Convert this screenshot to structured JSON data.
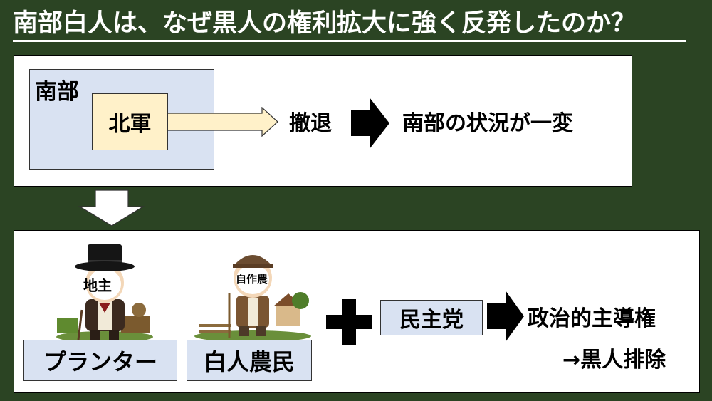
{
  "title": "南部白人は、なぜ黒人の権利拡大に強く反発したのか？",
  "top_panel": {
    "south_label": "南部",
    "north_army_label": "北軍",
    "retreat_label": "撤退",
    "result_label": "南部の状況が一変"
  },
  "bottom_panel": {
    "planter": {
      "face_label": "地主",
      "label": "プランター"
    },
    "farmer": {
      "face_label": "自作農",
      "label": "白人農民"
    },
    "party_label": "民主党",
    "power_label": "政治的主導権",
    "exclude_label": "→黒人排除"
  },
  "colors": {
    "background": "#2b4423",
    "region_fill": "#d9e2f2",
    "army_fill": "#fff1c9",
    "arrow_fill": "#fff1c9"
  }
}
